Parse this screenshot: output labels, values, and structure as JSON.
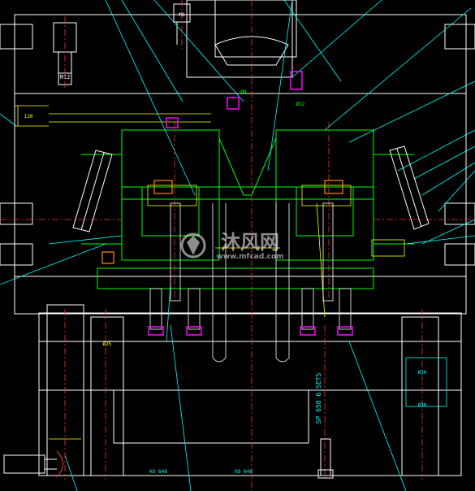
{
  "drawing": {
    "labels": {
      "bolt_left": "M12",
      "bolt_top": "M8",
      "spring_note": "SP 650 6 SETS",
      "dim_bottom_left": "KO 648",
      "dim_bottom_mid": "KO 648",
      "dim_left_pillar": "Ø25",
      "dim_right_a": "Ø30",
      "dim_right_b": "Ø30",
      "dim_top_a": "Ø8",
      "dim_top_b": "Ø12",
      "dim_side": "120"
    },
    "watermark": {
      "brand_cn": "沐风网",
      "url": "www.mfcad.com"
    }
  },
  "colors": {
    "background": "#000000",
    "white": "#ffffff",
    "green": "#00ff00",
    "yellow": "#ffff00",
    "cyan": "#00ffff",
    "red": "#ff3030",
    "magenta": "#ff00ff",
    "orange": "#ff8c00"
  }
}
